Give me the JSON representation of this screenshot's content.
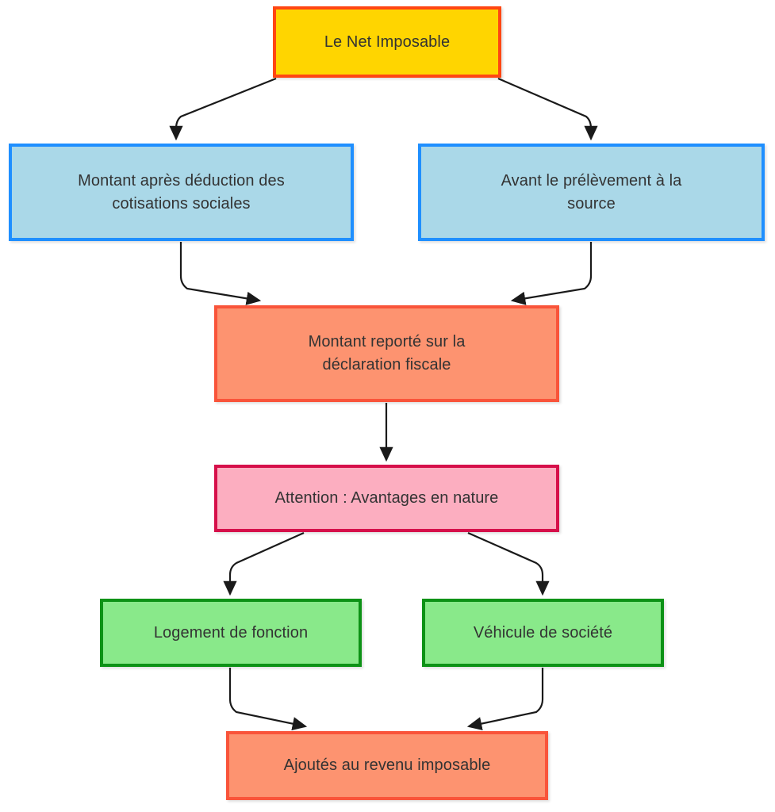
{
  "diagram": {
    "title": "Le Net Imposable",
    "orientation": "top-down",
    "nodes": [
      {
        "id": "net-imposable",
        "label": "Le Net Imposable",
        "fill": "#ffd500",
        "stroke": "#ff4612"
      },
      {
        "id": "apres-deduction",
        "label": "Montant après déduction des\ncotisations sociales",
        "fill": "#aad8e8",
        "stroke": "#1f8fff"
      },
      {
        "id": "avant-prelevement",
        "label": "Avant le prélèvement à la\nsource",
        "fill": "#aad8e8",
        "stroke": "#1f8fff"
      },
      {
        "id": "montant-reporte",
        "label": "Montant reporté sur la\ndéclaration fiscale",
        "fill": "#fd9370",
        "stroke": "#f9543a"
      },
      {
        "id": "attention",
        "label": "Attention : Avantages en nature",
        "fill": "#fcaec0",
        "stroke": "#d6104a"
      },
      {
        "id": "logement",
        "label": "Logement de fonction",
        "fill": "#89e98a",
        "stroke": "#0d9216"
      },
      {
        "id": "vehicule",
        "label": "Véhicule de société",
        "fill": "#89e98a",
        "stroke": "#0d9216"
      },
      {
        "id": "ajoutes",
        "label": "Ajoutés au revenu imposable",
        "fill": "#fd9370",
        "stroke": "#f9543a"
      }
    ],
    "edges": [
      {
        "id": "edge-net-to-apres",
        "from": "net-imposable",
        "to": "apres-deduction",
        "label": ""
      },
      {
        "id": "edge-net-to-avant",
        "from": "net-imposable",
        "to": "avant-prelevement",
        "label": ""
      },
      {
        "id": "edge-apres-to-reporte",
        "from": "apres-deduction",
        "to": "montant-reporte",
        "label": ""
      },
      {
        "id": "edge-avant-to-reporte",
        "from": "avant-prelevement",
        "to": "montant-reporte",
        "label": ""
      },
      {
        "id": "edge-reporte-to-attention",
        "from": "montant-reporte",
        "to": "attention",
        "label": ""
      },
      {
        "id": "edge-attention-to-logement",
        "from": "attention",
        "to": "logement",
        "label": ""
      },
      {
        "id": "edge-attention-to-vehicule",
        "from": "attention",
        "to": "vehicule",
        "label": ""
      },
      {
        "id": "edge-logement-to-ajoutes",
        "from": "logement",
        "to": "ajoutes",
        "label": ""
      },
      {
        "id": "edge-vehicule-to-ajoutes",
        "from": "vehicule",
        "to": "ajoutes",
        "label": ""
      }
    ],
    "edge_color": "#1a1a1a",
    "text_color": "#333333",
    "background": "#ffffff"
  }
}
